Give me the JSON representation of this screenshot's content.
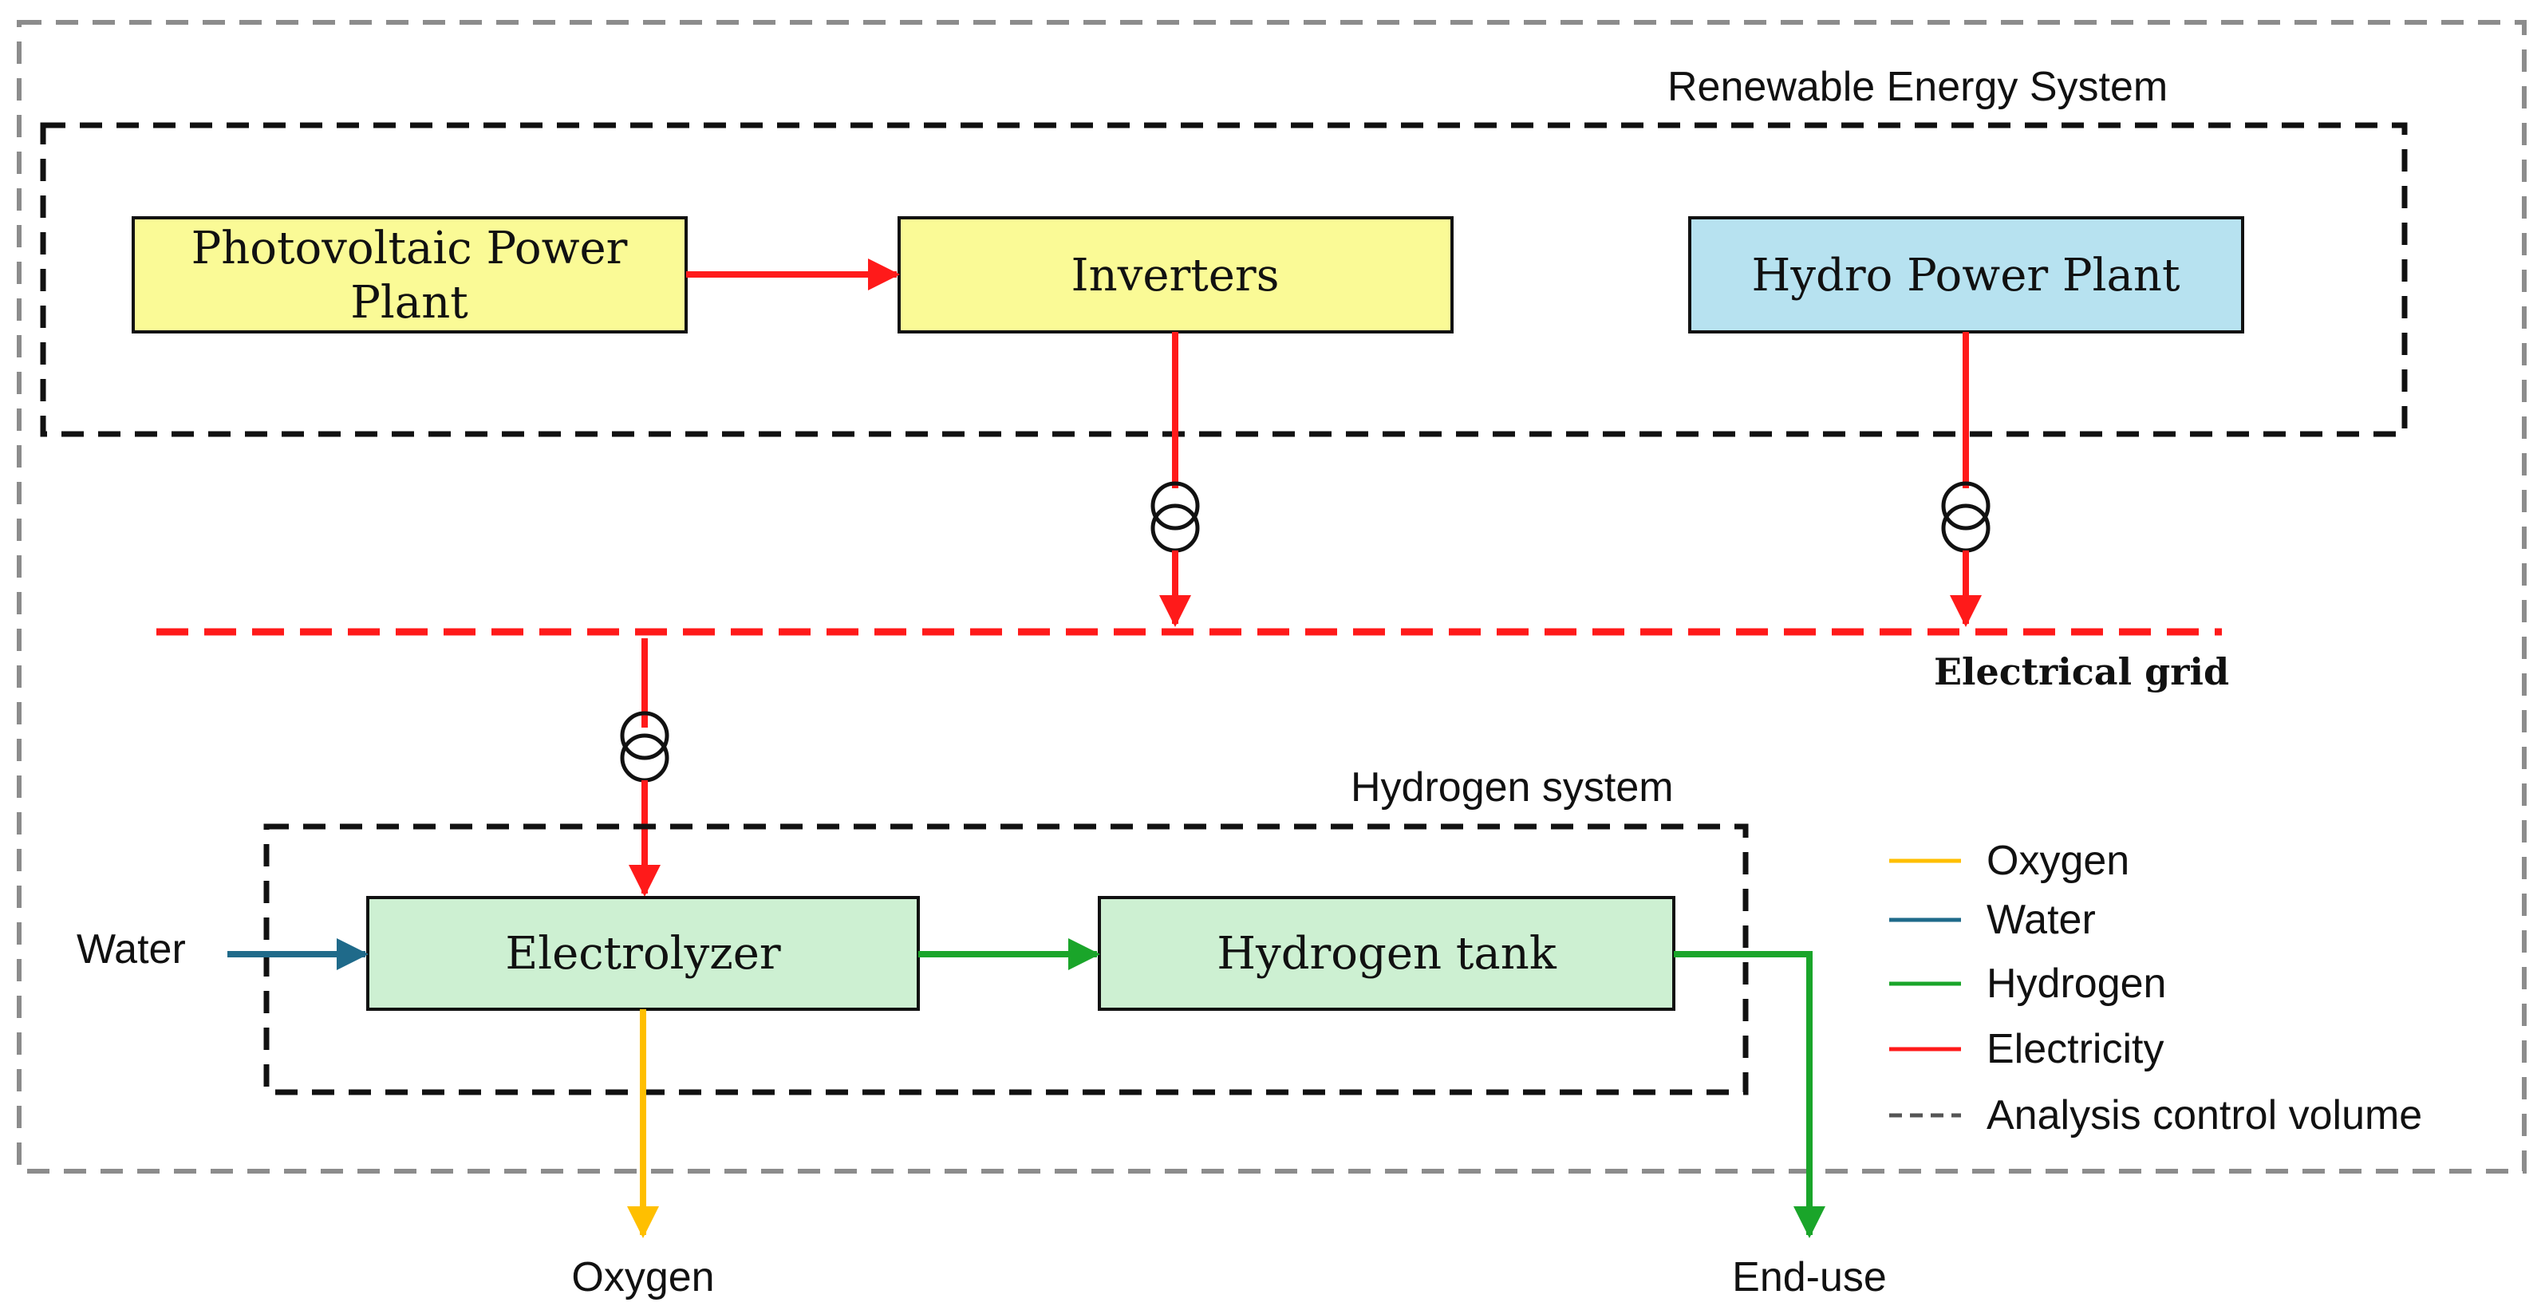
{
  "colors": {
    "electricity": "#ff1a1a",
    "water": "#1f6a8a",
    "hydrogen": "#1aa52a",
    "oxygen": "#ffbf00",
    "control_volume": "#111111",
    "outer_border": "#8c8c8c",
    "pv_fill": "#fafa96",
    "hydro_fill": "#b7e2f0",
    "h2_fill": "#cdf0d2"
  },
  "systems": {
    "renewable": "Renewable Energy System",
    "hydrogen": "Hydrogen system"
  },
  "boxes": {
    "pv_line1": "Photovoltaic Power",
    "pv_line2": "Plant",
    "inverters": "Inverters",
    "hydro": "Hydro Power Plant",
    "electrolyzer": "Electrolyzer",
    "tank": "Hydrogen tank"
  },
  "grid_label": "Electrical grid",
  "io": {
    "water_in": "Water",
    "oxygen_out": "Oxygen",
    "end_use": "End-use"
  },
  "legend": [
    {
      "label": "Oxygen",
      "color": "#ffbf00",
      "style": "solid"
    },
    {
      "label": "Water",
      "color": "#1f6a8a",
      "style": "solid"
    },
    {
      "label": "Hydrogen",
      "color": "#1aa52a",
      "style": "solid"
    },
    {
      "label": "Electricity",
      "color": "#ff1a1a",
      "style": "solid"
    },
    {
      "label": "Analysis control volume",
      "color": "#555555",
      "style": "dashed"
    }
  ]
}
